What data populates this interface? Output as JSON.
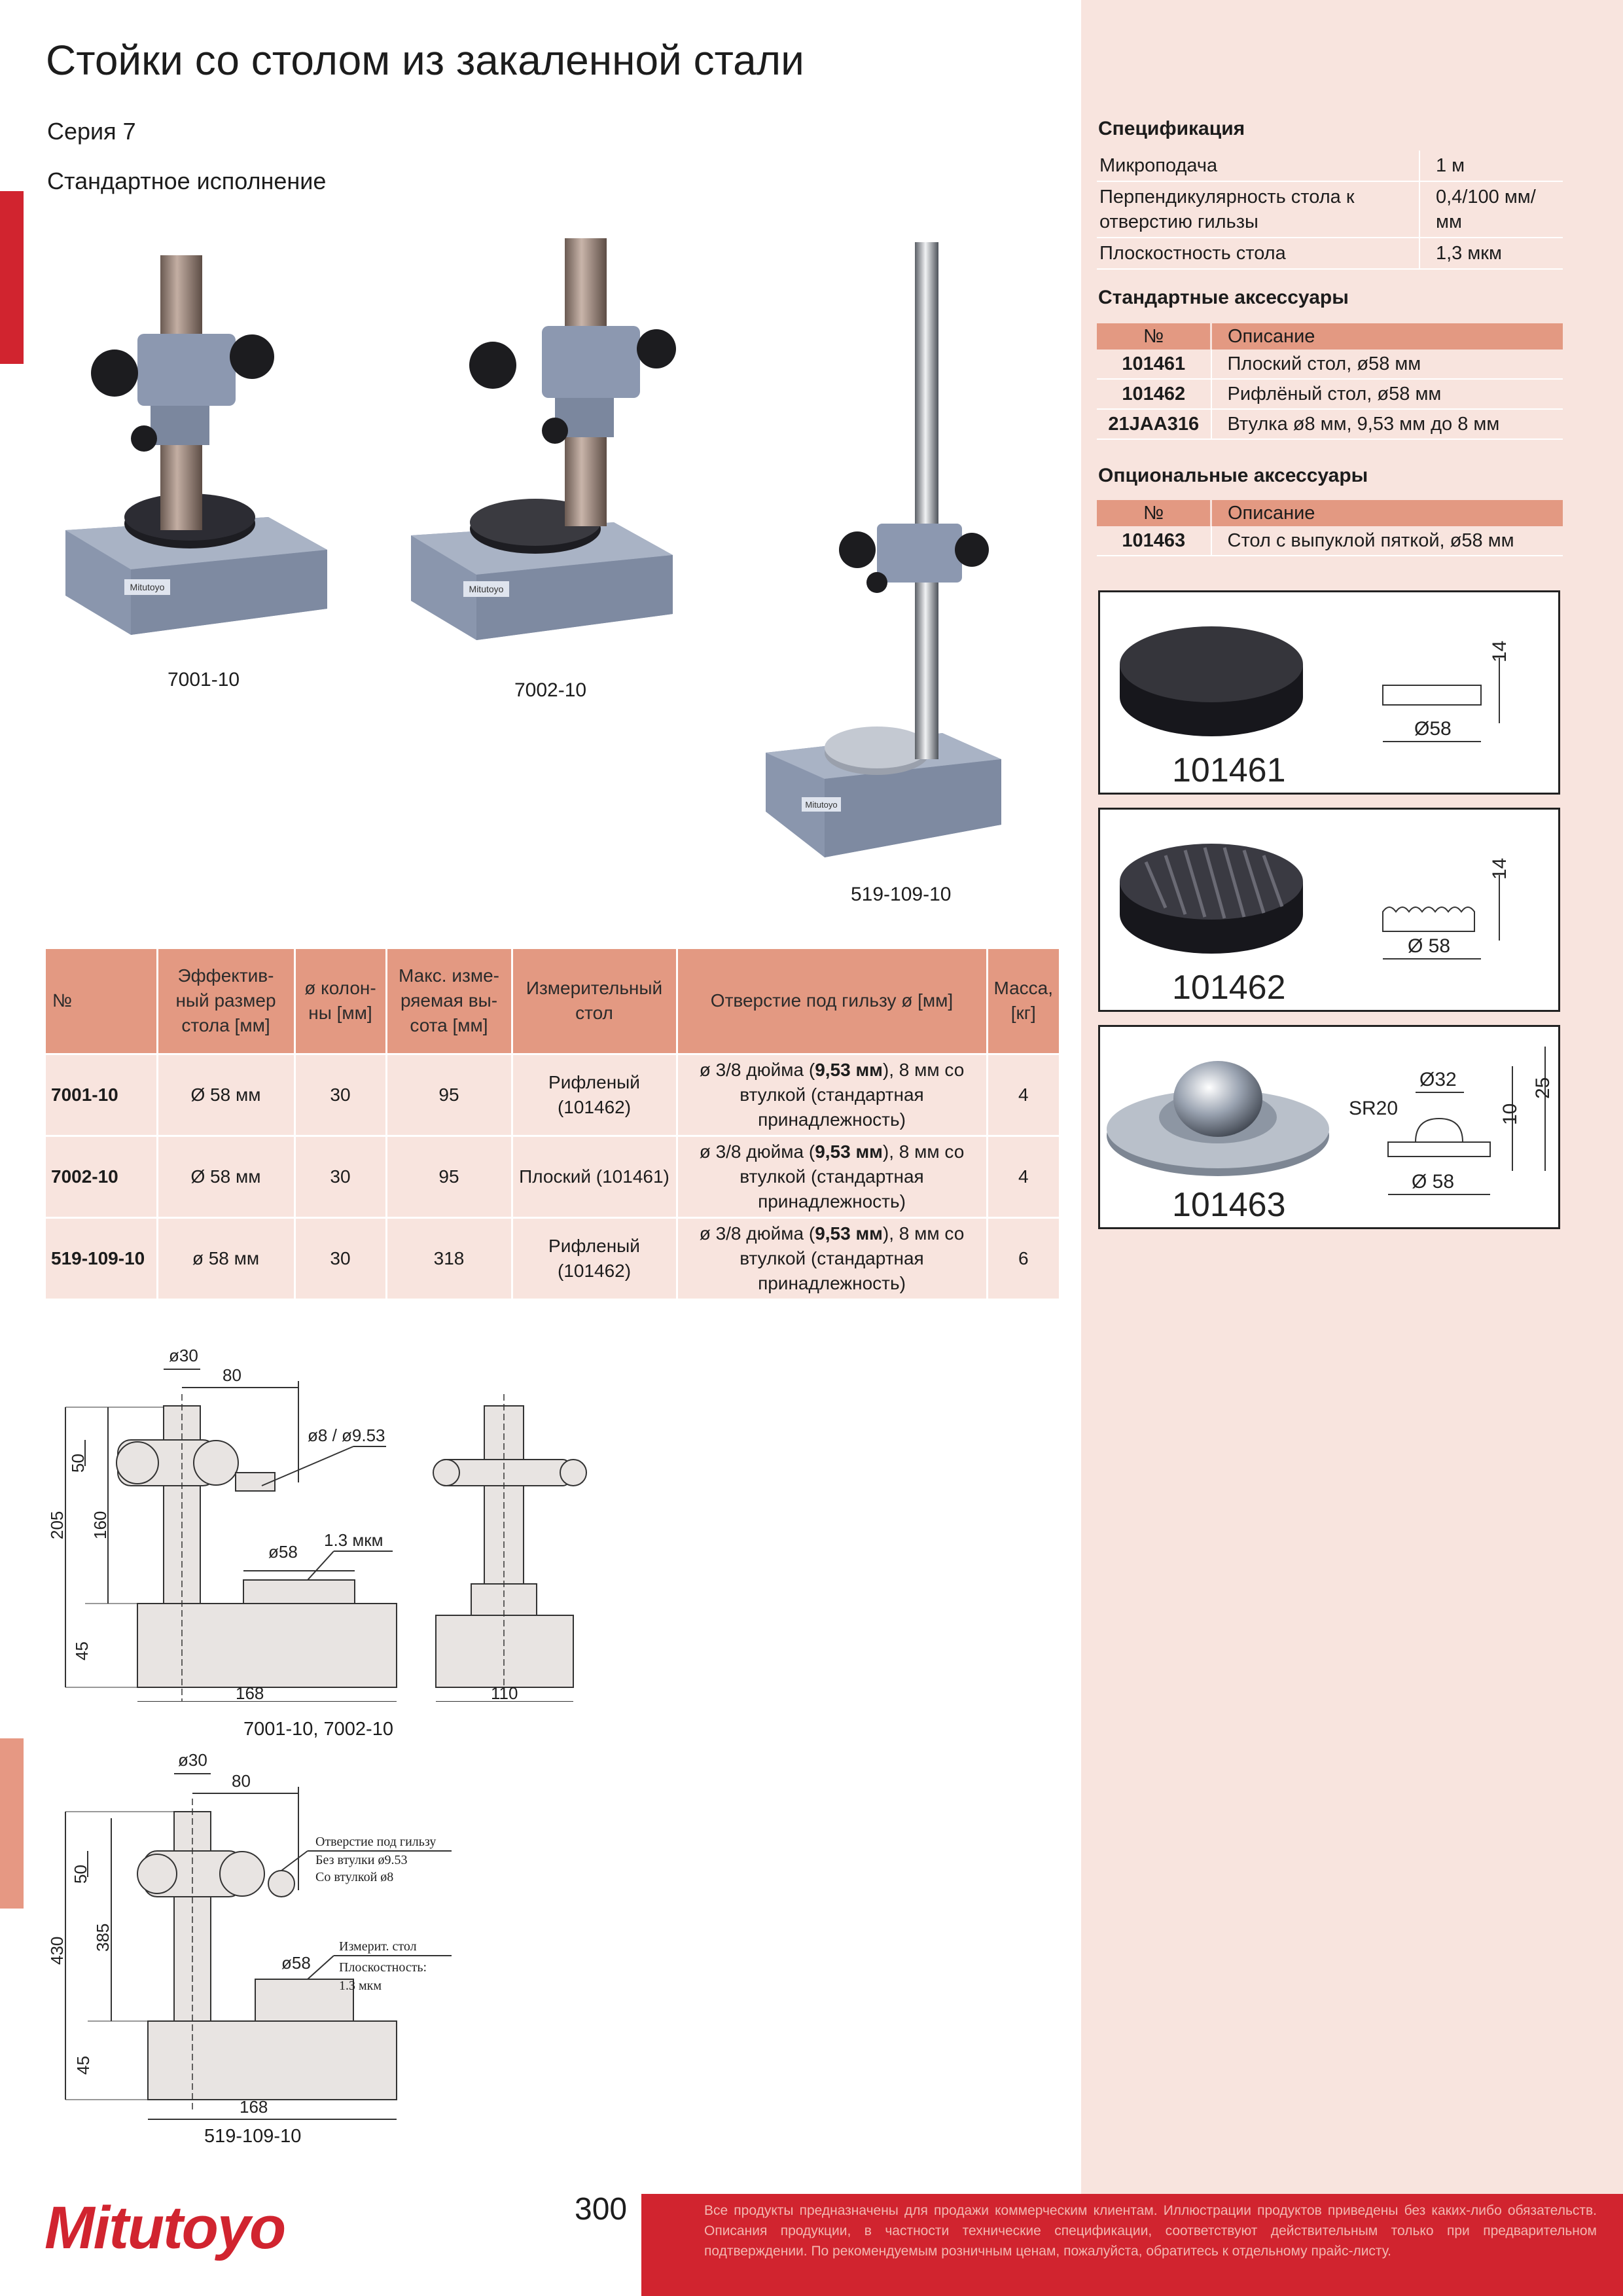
{
  "header": {
    "title": "Стойки со столом из закаленной стали",
    "series": "Серия 7",
    "version": "Стандартное исполнение"
  },
  "products": [
    {
      "caption": "7001-10"
    },
    {
      "caption": "7002-10"
    },
    {
      "caption": "519-109-10"
    }
  ],
  "brand_label": "Mitutoyo",
  "main_table": {
    "headers": [
      "№",
      "Эффектив-ный размер стола [мм]",
      "ø колон-ны [мм]",
      "Макс. изме-ряемая вы-сота [мм]",
      "Измерительный стол",
      "Отверстие под гильзу ø [мм]",
      "Масса, [кг]"
    ],
    "rows": [
      {
        "no": "7001-10",
        "size": "Ø 58 мм",
        "col": "30",
        "height": "95",
        "table": "Рифленый (101462)",
        "bore_a": "ø 3/8 дюйма (",
        "bore_b": "9,53 мм",
        "bore_c": "), 8 мм со втулкой (стандартная принадлежность)",
        "mass": "4"
      },
      {
        "no": "7002-10",
        "size": "Ø 58 мм",
        "col": "30",
        "height": "95",
        "table": "Плоский (101461)",
        "bore_a": "ø 3/8 дюйма (",
        "bore_b": "9,53 мм",
        "bore_c": "), 8 мм со втулкой (стандартная принадлежность)",
        "mass": "4"
      },
      {
        "no": "519-109-10",
        "size": "ø 58 мм",
        "col": "30",
        "height": "318",
        "table": "Рифленый (101462)",
        "bore_a": "ø 3/8 дюйма (",
        "bore_b": "9,53 мм",
        "bore_c": "), 8 мм со втулкой (стандартная принадлежность)",
        "mass": "6"
      }
    ]
  },
  "spec": {
    "heading": "Спецификация",
    "rows": [
      {
        "name": "Микроподача",
        "value": "1 м"
      },
      {
        "name": "Перпендикулярность стола к отверстию гильзы",
        "value": "0,4/100 мм/мм"
      },
      {
        "name": "Плоскостность стола",
        "value": "1,3 мкм"
      }
    ]
  },
  "std_acc": {
    "heading": "Стандартные аксессуары",
    "col_no": "№",
    "col_desc": "Описание",
    "rows": [
      {
        "no": "101461",
        "desc": "Плоский стол, ø58 мм"
      },
      {
        "no": "101462",
        "desc": "Рифлёный стол, ø58 мм"
      },
      {
        "no": "21JAA316",
        "desc": "Втулка ø8 мм, 9,53 мм до 8 мм"
      }
    ]
  },
  "opt_acc": {
    "heading": "Опциональные аксессуары",
    "col_no": "№",
    "col_desc": "Описание",
    "rows": [
      {
        "no": "101463",
        "desc": "Стол с выпуклой пяткой, ø58 мм"
      }
    ]
  },
  "acc_images": [
    {
      "label": "101461",
      "dim_h": "14",
      "dim_d": "Ø58"
    },
    {
      "label": "101462",
      "dim_h": "14",
      "dim_d": "Ø 58"
    },
    {
      "label": "101463",
      "dim_top": "Ø32",
      "dim_sr": "SR20",
      "dim_h1": "10",
      "dim_h2": "25",
      "dim_d": "Ø 58"
    }
  ],
  "drawing1": {
    "d30": "ø30",
    "d80": "80",
    "d_bore": "ø8 / ø9.53",
    "d50": "50",
    "d160": "160",
    "d205": "205",
    "d58": "ø58",
    "flat": "1.3 мкм",
    "d45": "45",
    "d168": "168",
    "d110": "110",
    "caption": "7001-10, 7002-10"
  },
  "drawing2": {
    "d30": "ø30",
    "d80": "80",
    "d50": "50",
    "d385": "385",
    "d430": "430",
    "d58": "ø58",
    "d45": "45",
    "d168": "168",
    "note1a": "Отверстие под гильзу",
    "note1b": "Без втулки ø9.53",
    "note1c": "Со втулкой ø8",
    "note2a": "Измерит. стол",
    "note2b": "Плоскостность:",
    "note2c": "1.3 мкм",
    "caption": "519-109-10"
  },
  "footer": {
    "logo": "Mitutoyo",
    "page": "300",
    "disclaimer": "Все продукты предназначены для продажи коммерческим клиентам. Иллюстрации продуктов приведены без каких-либо обязательств. Описания продукции, в частности технические спецификации, соответствуют действительным только при предварительном подтверждении. По рекомендуемым розничным ценам, пожалуйста, обратитесь к отдельному прайс-листу."
  }
}
